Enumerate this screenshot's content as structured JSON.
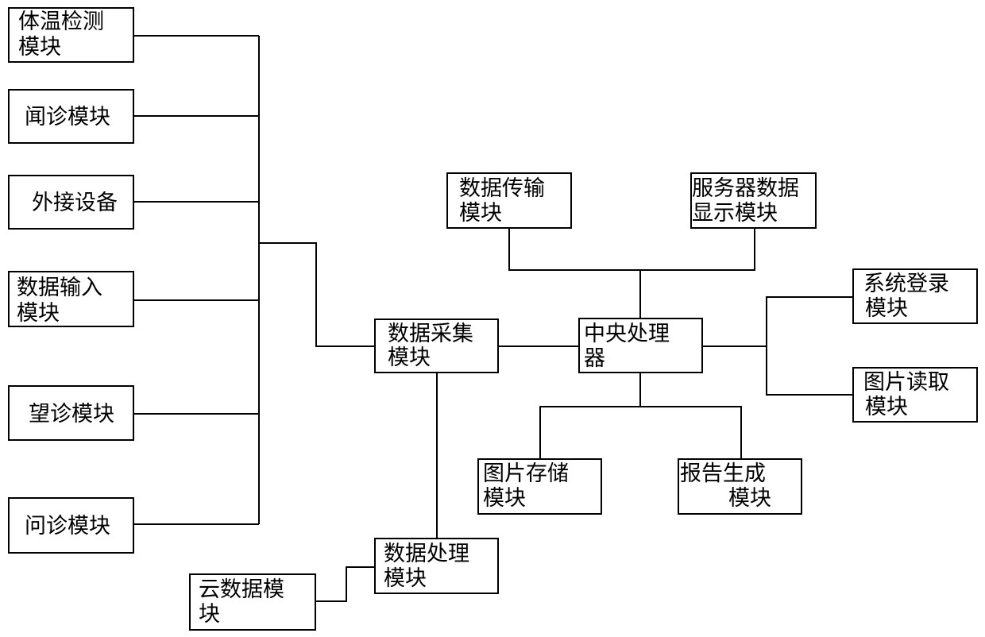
{
  "nodes": [
    {
      "id": "temp",
      "lines": [
        "体温检测",
        "模块"
      ]
    },
    {
      "id": "wen2",
      "lines": [
        "闻诊模块"
      ]
    },
    {
      "id": "ext",
      "lines": [
        "外接设备"
      ]
    },
    {
      "id": "input",
      "lines": [
        "数据输入",
        "模块"
      ]
    },
    {
      "id": "wang",
      "lines": [
        "望诊模块"
      ]
    },
    {
      "id": "wen4",
      "lines": [
        "问诊模块"
      ]
    },
    {
      "id": "collect",
      "lines": [
        "数据采集",
        "模块"
      ]
    },
    {
      "id": "cpu",
      "lines": [
        "中央处理",
        "器"
      ]
    },
    {
      "id": "trans",
      "lines": [
        "数据传输",
        "模块"
      ]
    },
    {
      "id": "server",
      "lines": [
        "服务器数据",
        "显示模块"
      ]
    },
    {
      "id": "login",
      "lines": [
        "系统登录",
        "模块"
      ]
    },
    {
      "id": "imgread",
      "lines": [
        "图片读取",
        "模块"
      ]
    },
    {
      "id": "imgstore",
      "lines": [
        "图片存储",
        "模块"
      ]
    },
    {
      "id": "report",
      "lines": [
        "报告生成",
        "模块"
      ]
    },
    {
      "id": "process",
      "lines": [
        "数据处理",
        "模块"
      ]
    },
    {
      "id": "cloud",
      "lines": [
        "云数据模",
        "块"
      ]
    }
  ]
}
